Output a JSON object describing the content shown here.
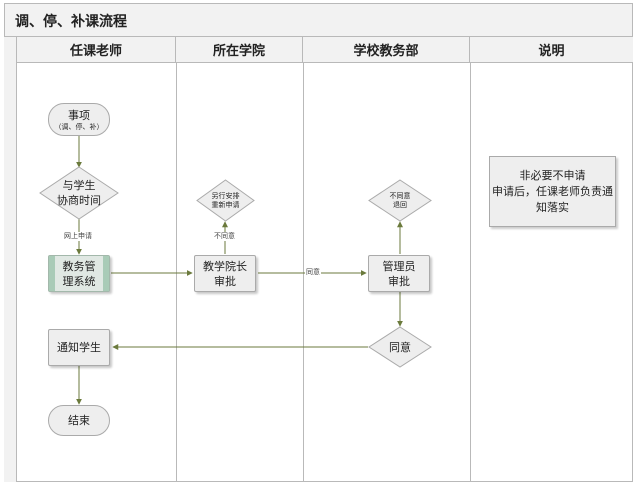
{
  "title": "调、停、补课流程",
  "lanes": [
    "任课老师",
    "所在学院",
    "学校教务部",
    "说明"
  ],
  "nodes": {
    "start": {
      "line1": "事项",
      "line2": "（调、停、补）"
    },
    "negotiate": {
      "line1": "与学生",
      "line2": "协商时间"
    },
    "system": {
      "line1": "教务管",
      "line2": "理系统"
    },
    "dean_review": {
      "line1": "教学院长",
      "line2": "审批"
    },
    "rearrange": {
      "line1": "另行安排",
      "line2": "重新申请"
    },
    "admin_review": {
      "line1": "管理员",
      "line2": "审批"
    },
    "reject": {
      "line1": "不同意",
      "line2": "退回"
    },
    "agree": {
      "line1": "同意"
    },
    "notify": {
      "line1": "通知学生"
    },
    "end": {
      "line1": "结束"
    }
  },
  "edge_labels": {
    "online_apply": "网上申请",
    "disagree": "不同意",
    "agree": "同意"
  },
  "note": {
    "line1": "非必要不申请",
    "line2": "申请后，任课老师负责通",
    "line3": "知落实"
  },
  "colors": {
    "arrow": "#6b7a3c",
    "node_fill": "#eeeeee",
    "system_fill": "#e0e8e3",
    "header_fill": "#f2f2f2"
  }
}
